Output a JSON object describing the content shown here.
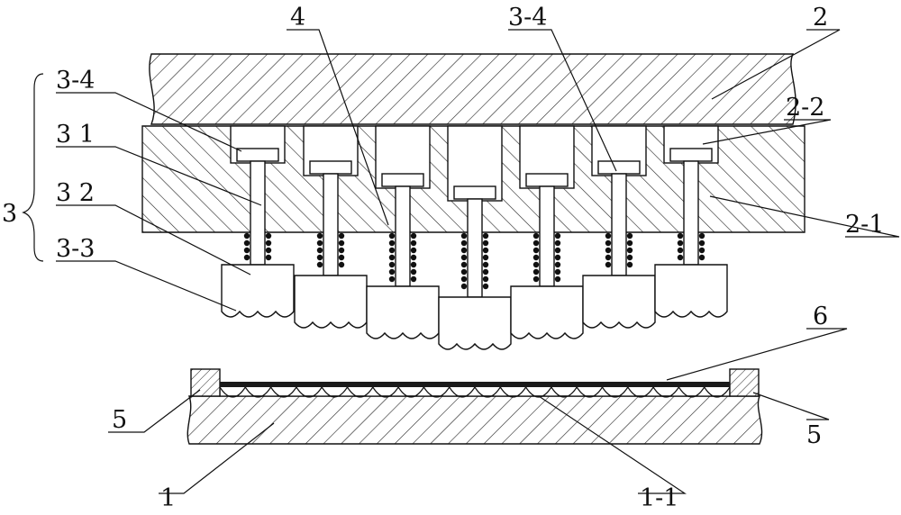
{
  "colors": {
    "ink": "#111111",
    "paper": "#ffffff",
    "film": "#1a1a1a"
  },
  "labels": {
    "group_3": "3",
    "part_3_4_left": "3-4",
    "part_3_1": "3 1",
    "part_3_2": "3 2",
    "part_3_3": "3-3",
    "part_4": "4",
    "part_3_4_right": "3-4",
    "part_2": "2",
    "part_2_2": "2-2",
    "part_2_1": "2-1",
    "part_6": "6",
    "part_5_left": "5",
    "part_5_right": "5",
    "part_1": "1",
    "part_1_1": "1-1"
  },
  "pins": [
    {
      "id": "pin-1",
      "protrusion": 0
    },
    {
      "id": "pin-2",
      "protrusion": 1
    },
    {
      "id": "pin-3",
      "protrusion": 2
    },
    {
      "id": "pin-4",
      "protrusion": 3
    },
    {
      "id": "pin-5",
      "protrusion": 2
    },
    {
      "id": "pin-6",
      "protrusion": 1
    },
    {
      "id": "pin-7",
      "protrusion": 0
    }
  ]
}
